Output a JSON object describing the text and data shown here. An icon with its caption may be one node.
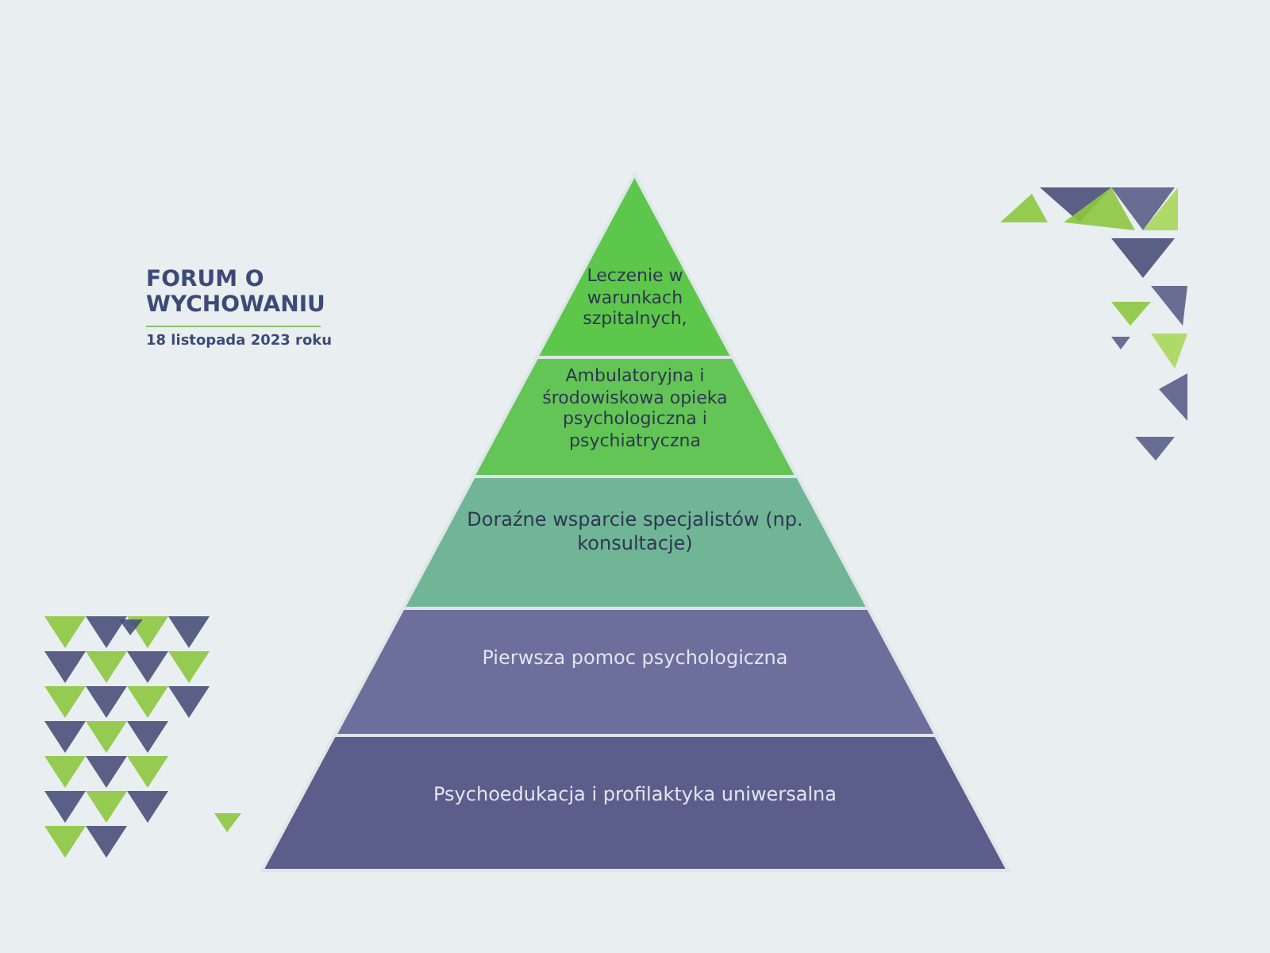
{
  "diagram": {
    "title": "FORUM O WYCHOWANIU",
    "nodes": [
      {
        "text": [
          "Leczenie w warunkach szpitalnych,"
        ]
      },
      {
        "text": [
          "Ambulatoryjna i środowiskowa opieka psychologiczna i psychiatryczna"
        ]
      },
      {
        "text": [
          "Doraźne wsparcie specjalistów (np. konsultacje)"
        ]
      },
      {
        "text": [
          "Pierwsza pomoc psychologiczna"
        ]
      },
      {
        "text": [
          "Psychoedukacja i profilaktyka uniwersalna"
        ]
      }
    ],
    "labels": [
      "18 listopada 2023 roku"
    ]
  }
}
